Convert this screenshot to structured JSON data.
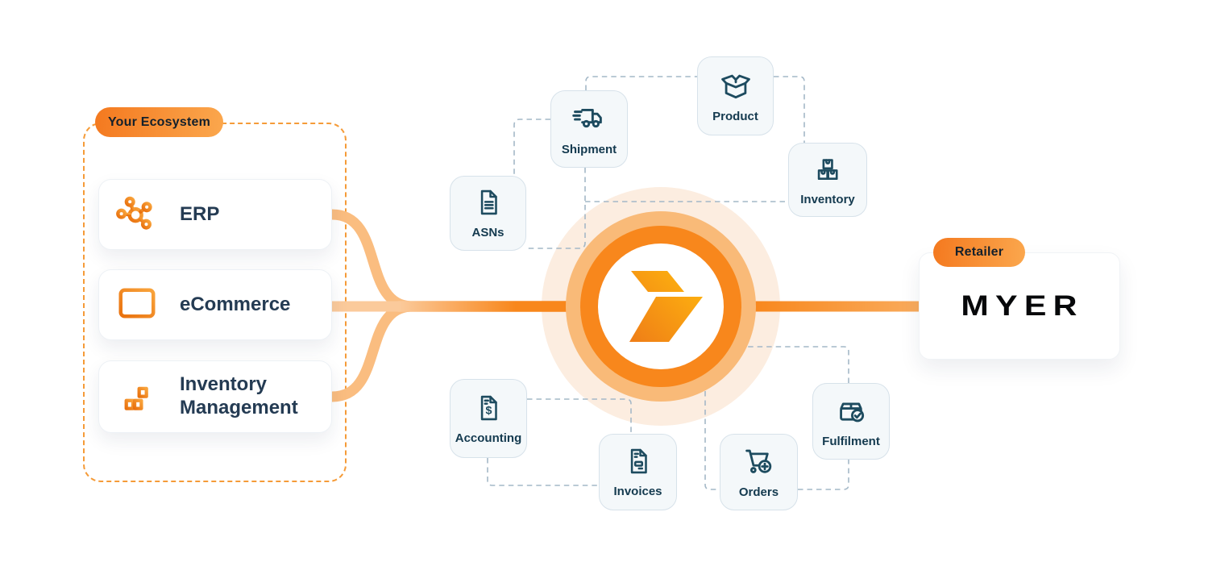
{
  "ecosystem": {
    "badge": "Your Ecosystem",
    "items": [
      {
        "label": "ERP",
        "icon": "erp-network-icon"
      },
      {
        "label": "eCommerce",
        "icon": "ecommerce-browser-icon"
      },
      {
        "label": "Inventory Management",
        "icon": "inventory-shelf-icon"
      }
    ]
  },
  "hub": {
    "logo": "chevron-arrow-logo"
  },
  "nodes": [
    {
      "label": "Shipment",
      "icon": "shipment-truck-icon"
    },
    {
      "label": "Product",
      "icon": "product-open-box-icon"
    },
    {
      "label": "ASNs",
      "icon": "asns-document-icon"
    },
    {
      "label": "Inventory",
      "icon": "inventory-boxes-icon"
    },
    {
      "label": "Accounting",
      "icon": "accounting-dollar-document-icon"
    },
    {
      "label": "Invoices",
      "icon": "invoices-document-icon"
    },
    {
      "label": "Orders",
      "icon": "orders-cart-plus-icon"
    },
    {
      "label": "Fulfilment",
      "icon": "fulfilment-package-check-icon"
    }
  ],
  "retailer": {
    "badge": "Retailer",
    "name": "MYER"
  },
  "colors": {
    "accent_orange": "#F8871C",
    "badge_gradient_start": "#F4791F",
    "badge_gradient_end": "#FBA74D",
    "flow_line_light": "#FABD80",
    "halo": "#FCEDE0",
    "halo_mid": "#F9BA78",
    "dashed_connector": "#A4B8C7",
    "node_icon_teal": "#1D4B5F",
    "label_navy": "#243B53",
    "node_bg": "#F4F8FA",
    "eco_border": "#F59B38"
  }
}
